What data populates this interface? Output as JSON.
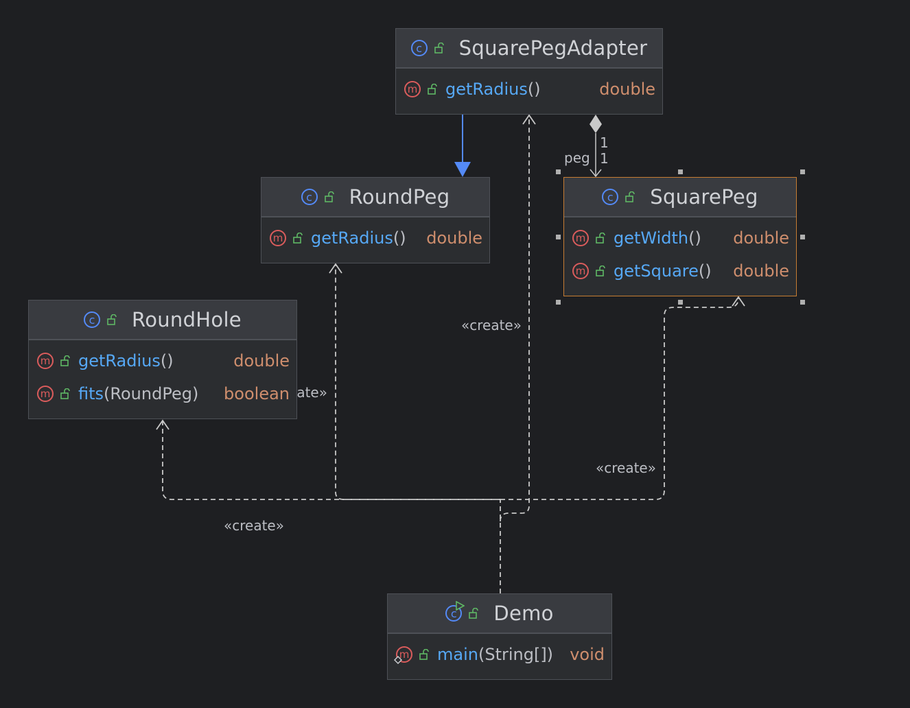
{
  "classes": {
    "adapter": {
      "name": "SquarePegAdapter",
      "methods": [
        {
          "name": "getRadius",
          "params": "()",
          "type": "double"
        }
      ]
    },
    "roundpeg": {
      "name": "RoundPeg",
      "methods": [
        {
          "name": "getRadius",
          "params": "()",
          "type": "double"
        }
      ]
    },
    "squarepeg": {
      "name": "SquarePeg",
      "methods": [
        {
          "name": "getWidth",
          "params": "()",
          "type": "double"
        },
        {
          "name": "getSquare",
          "params": "()",
          "type": "double"
        }
      ]
    },
    "roundhole": {
      "name": "RoundHole",
      "methods": [
        {
          "name": "getRadius",
          "params": "()",
          "type": "double"
        },
        {
          "name": "fits",
          "params": "(RoundPeg)",
          "type": "boolean"
        }
      ]
    },
    "demo": {
      "name": "Demo",
      "methods": [
        {
          "name": "main",
          "params": "(String[])",
          "type": "void"
        }
      ]
    }
  },
  "relations": {
    "composition": {
      "role": "peg",
      "source_mult": "1",
      "target_mult": "1"
    },
    "create_label": "«create»"
  },
  "icons": {
    "class": "class-icon",
    "method": "method-icon",
    "visibility": "public-lock-icon",
    "runnable": "run-icon"
  },
  "colors": {
    "background": "#1e1f22",
    "node": "#2b2d30",
    "header": "#393b40",
    "method_name": "#56a8f5",
    "type": "#cf8e6d",
    "class_icon": "#548af7",
    "method_icon": "#db5c5c",
    "visibility": "#5fb865",
    "generalization": "#548af7",
    "selection": "#c77d33"
  }
}
